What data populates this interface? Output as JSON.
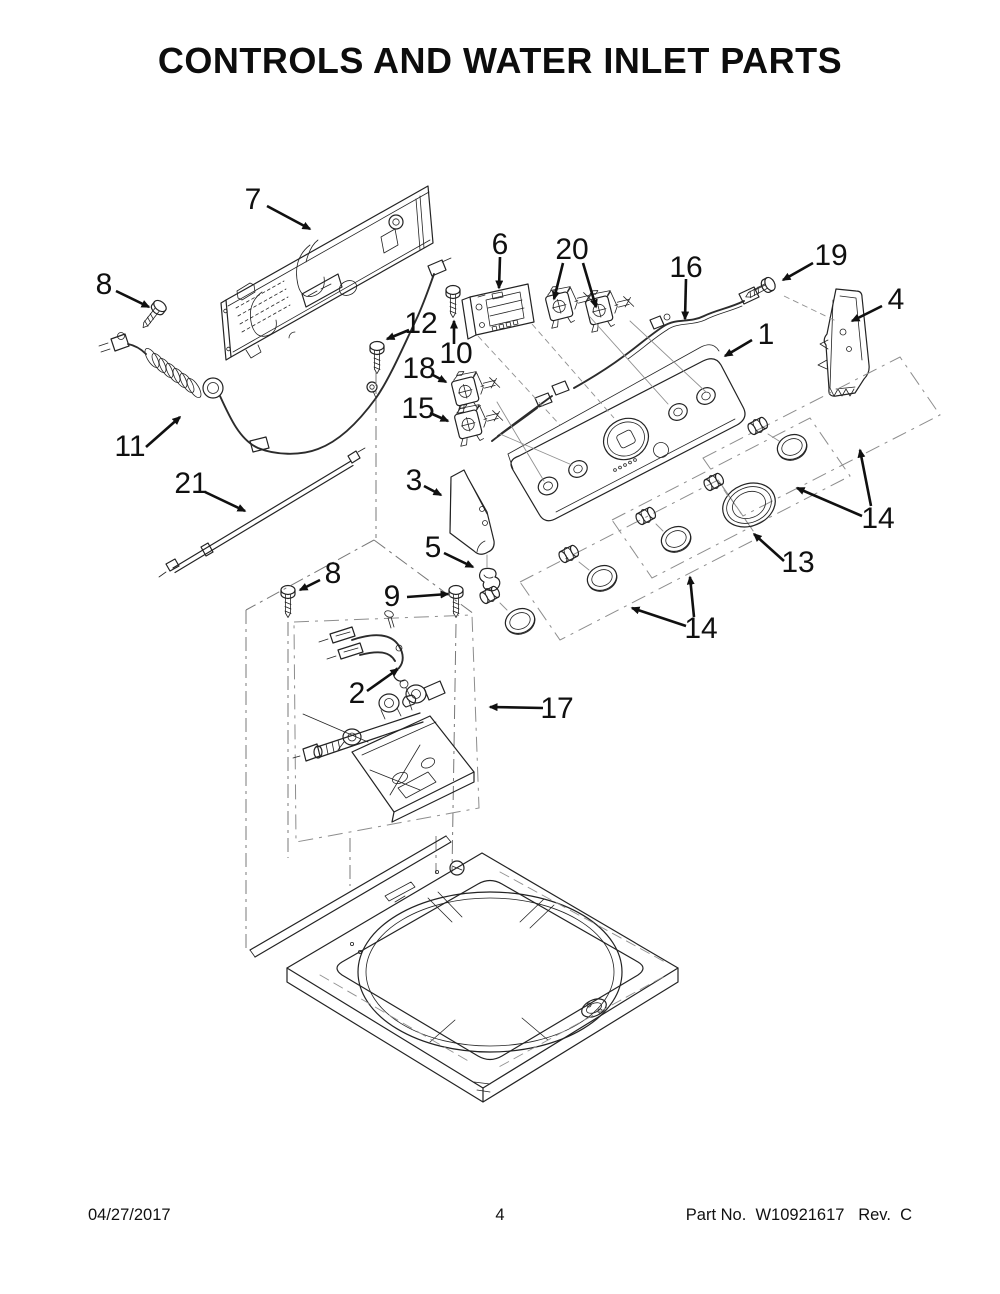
{
  "page": {
    "title": "CONTROLS AND WATER INLET PARTS"
  },
  "footer": {
    "date": "04/27/2017",
    "page_number": "4",
    "part_info": "Part No.  W10921617   Rev.  C"
  },
  "callouts": [
    {
      "id": "7",
      "label": "7"
    },
    {
      "id": "8a",
      "label": "8"
    },
    {
      "id": "11",
      "label": "11"
    },
    {
      "id": "12",
      "label": "12"
    },
    {
      "id": "10",
      "label": "10"
    },
    {
      "id": "6",
      "label": "6"
    },
    {
      "id": "20",
      "label": "20"
    },
    {
      "id": "16",
      "label": "16"
    },
    {
      "id": "19",
      "label": "19"
    },
    {
      "id": "4",
      "label": "4"
    },
    {
      "id": "1",
      "label": "1"
    },
    {
      "id": "18",
      "label": "18"
    },
    {
      "id": "15",
      "label": "15"
    },
    {
      "id": "3",
      "label": "3"
    },
    {
      "id": "5",
      "label": "5"
    },
    {
      "id": "21",
      "label": "21"
    },
    {
      "id": "8b",
      "label": "8"
    },
    {
      "id": "9",
      "label": "9"
    },
    {
      "id": "2",
      "label": "2"
    },
    {
      "id": "17",
      "label": "17"
    },
    {
      "id": "13",
      "label": "13"
    },
    {
      "id": "14a",
      "label": "14"
    },
    {
      "id": "14b",
      "label": "14"
    }
  ],
  "colors": {
    "line": "#232323",
    "construction": "#8d8d8d",
    "background": "#ffffff"
  }
}
